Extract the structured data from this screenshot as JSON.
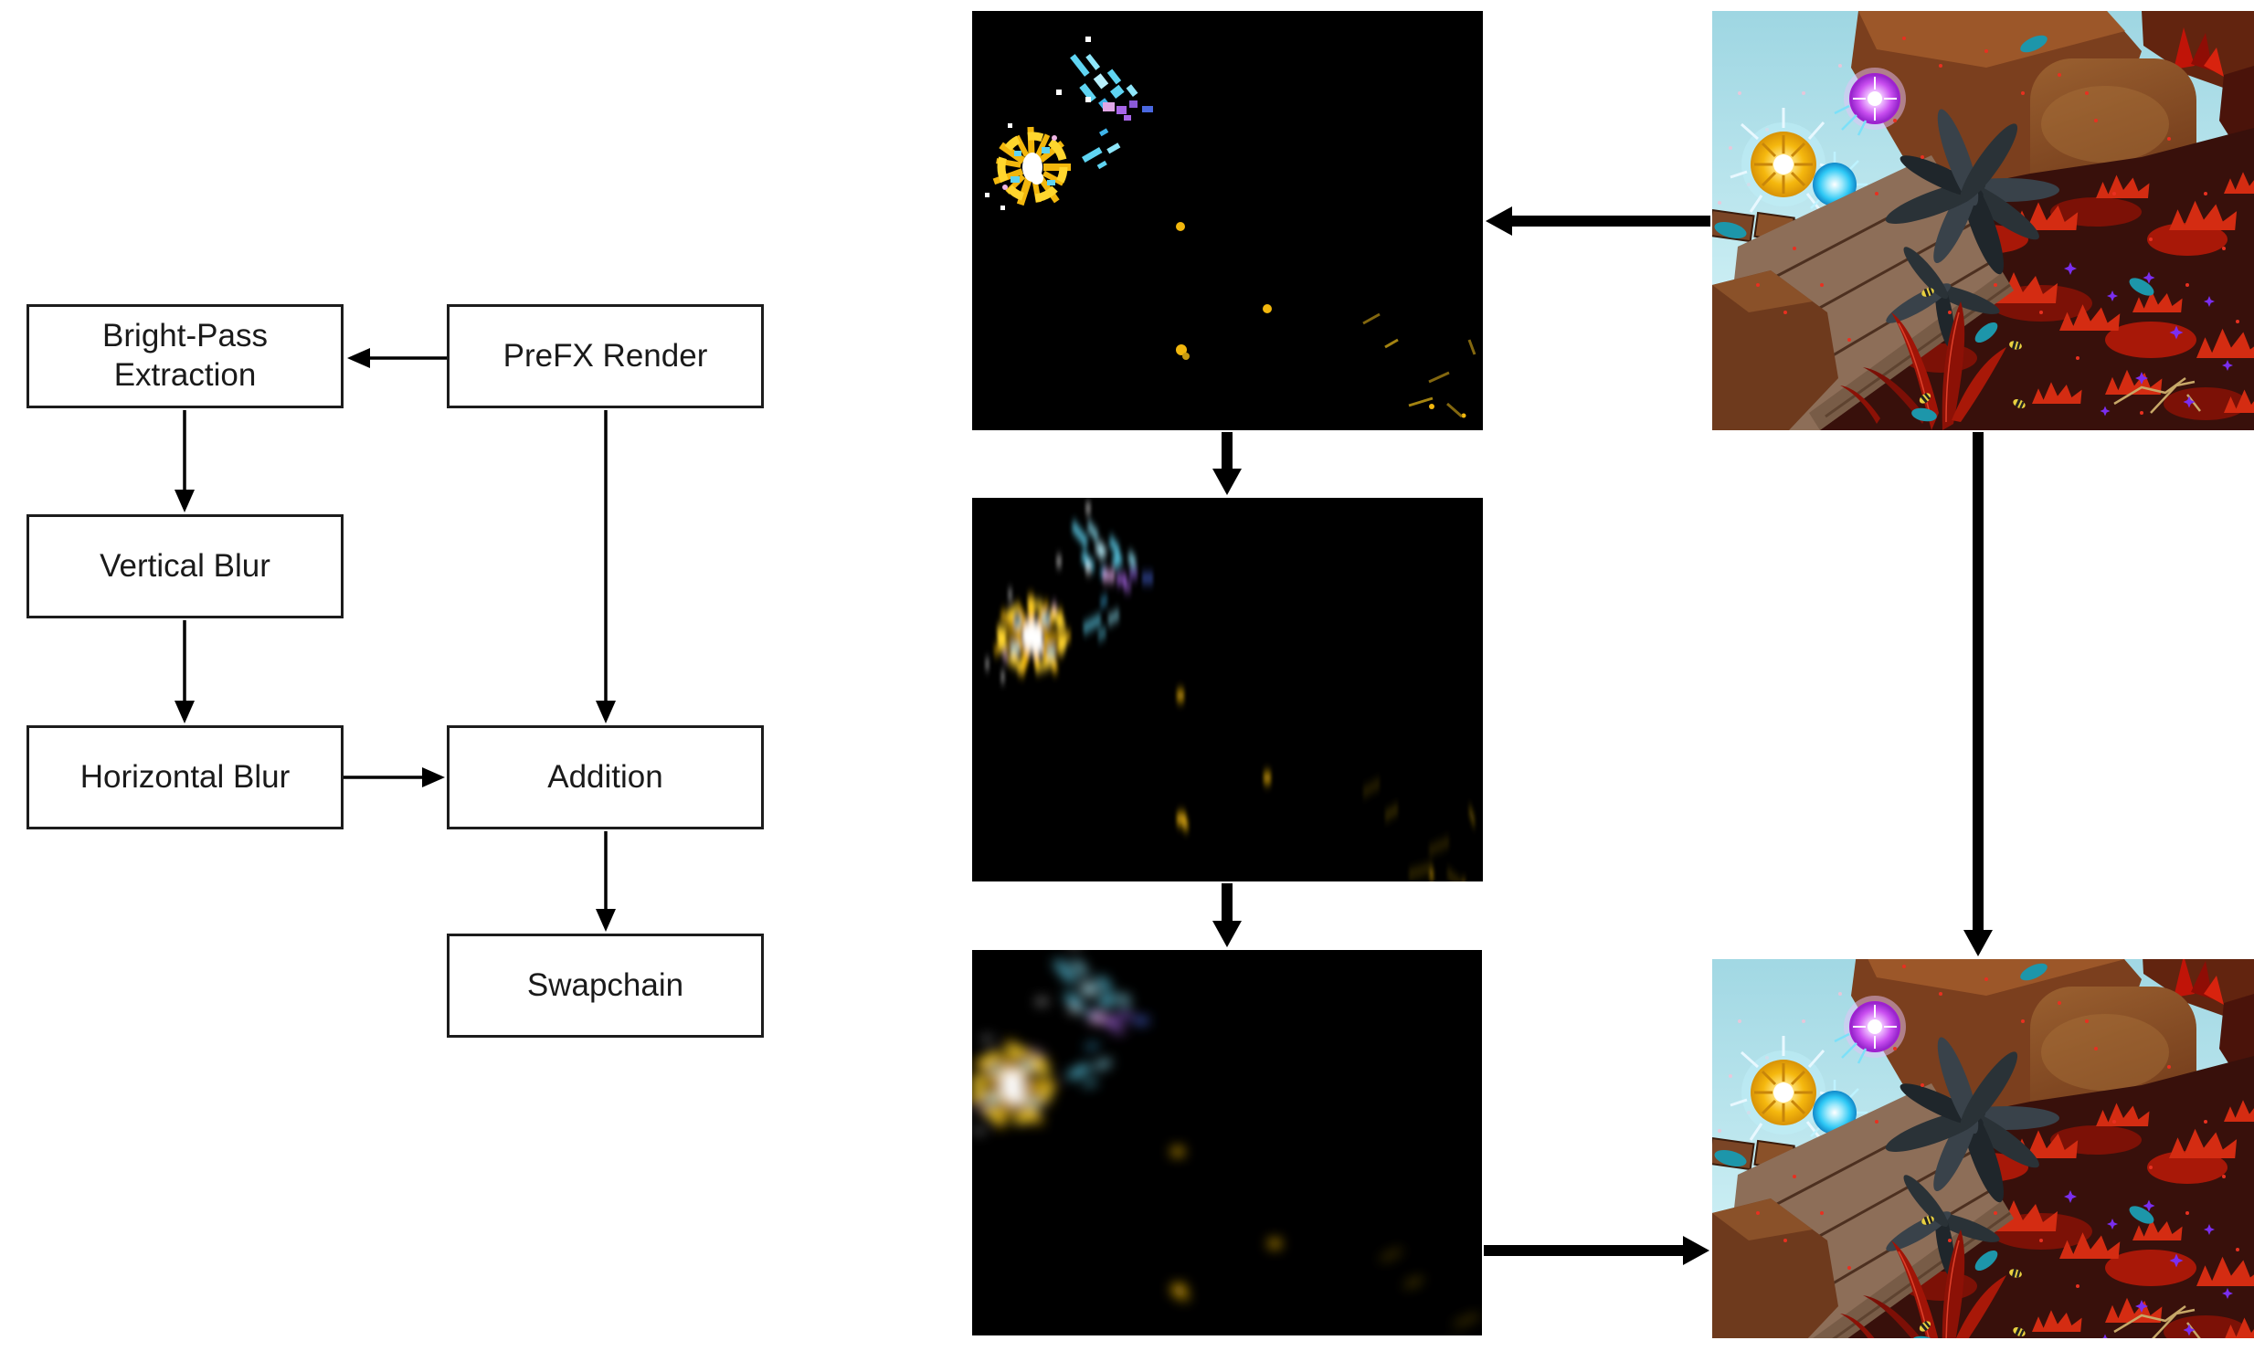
{
  "diagram": {
    "nodes": [
      {
        "id": "bright-pass",
        "label": "Bright-Pass Extraction"
      },
      {
        "id": "prefx-render",
        "label": "PreFX Render"
      },
      {
        "id": "vertical-blur",
        "label": "Vertical Blur"
      },
      {
        "id": "horizontal-blur",
        "label": "Horizontal Blur"
      },
      {
        "id": "addition",
        "label": "Addition"
      },
      {
        "id": "swapchain",
        "label": "Swapchain"
      }
    ],
    "edges": [
      {
        "from": "PreFX Render",
        "to": "Bright-Pass Extraction"
      },
      {
        "from": "Bright-Pass Extraction",
        "to": "Vertical Blur"
      },
      {
        "from": "Vertical Blur",
        "to": "Horizontal Blur"
      },
      {
        "from": "Horizontal Blur",
        "to": "Addition"
      },
      {
        "from": "PreFX Render",
        "to": "Addition"
      },
      {
        "from": "Addition",
        "to": "Swapchain"
      }
    ]
  },
  "panels": [
    {
      "id": "bright-pass-image",
      "description": "bright-pass extracted sparkles on black"
    },
    {
      "id": "vertical-blur-image",
      "description": "vertically blurred sparkles on black"
    },
    {
      "id": "horizontal-blur-image",
      "description": "fully blurred bloom sparkles on black"
    },
    {
      "id": "prefx-render-image",
      "description": "rendered scene with glowing orbs, rocks and red foliage"
    },
    {
      "id": "final-image",
      "description": "final composited scene with bloom applied"
    }
  ],
  "panel_edges": [
    {
      "from": "prefx-render-image",
      "to": "bright-pass-image"
    },
    {
      "from": "bright-pass-image",
      "to": "vertical-blur-image"
    },
    {
      "from": "vertical-blur-image",
      "to": "horizontal-blur-image"
    },
    {
      "from": "horizontal-blur-image",
      "to": "final-image"
    },
    {
      "from": "prefx-render-image",
      "to": "final-image"
    }
  ],
  "colors": {
    "background": "#ffffff",
    "node_fill": "#ffffff",
    "node_border": "#1c1c1c",
    "node_text": "#1a1a1a",
    "arrow": "#000000",
    "panel_black": "#000000",
    "spark_gold": "#f2b70d",
    "spark_gold_bright": "#ffd62e",
    "spark_cyan": "#5fd4f2",
    "spark_blue": "#4a68e0",
    "spark_purple": "#a866e8",
    "spark_white": "#ffffff",
    "sky_top": "#9ed6e2",
    "sky_bottom": "#c9edf3",
    "rock_light": "#a05a2a",
    "rock_mid": "#7b3f1e",
    "rock_dark": "#54260f",
    "ground": "#38100b",
    "foliage_red": "#a81808",
    "foliage_bright": "#d42c12",
    "wood": "#8d6e58",
    "wood_seam": "#4d3020",
    "teal_leaf": "#1d96aa",
    "bee_yellow": "#e8d040",
    "flower_purple": "#7a2ef0",
    "dot_red": "#e83020",
    "orb_gold": "#f5b80e",
    "orb_cyan": "#2ec8f5",
    "orb_magenta": "#c94ef0"
  }
}
